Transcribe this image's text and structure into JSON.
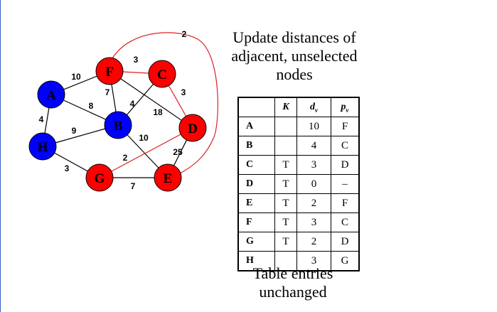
{
  "graph": {
    "colors": {
      "selected": "#ff0000",
      "unselected": "#0000ff",
      "edge": "#000000",
      "tree_edge": "#dd2222"
    },
    "nodes": [
      {
        "id": "A",
        "label": "A",
        "state": "unselected"
      },
      {
        "id": "B",
        "label": "B",
        "state": "unselected"
      },
      {
        "id": "C",
        "label": "C",
        "state": "selected"
      },
      {
        "id": "D",
        "label": "D",
        "state": "selected"
      },
      {
        "id": "E",
        "label": "E",
        "state": "selected"
      },
      {
        "id": "F",
        "label": "F",
        "state": "selected"
      },
      {
        "id": "G",
        "label": "G",
        "state": "selected"
      },
      {
        "id": "H",
        "label": "H",
        "state": "unselected"
      }
    ],
    "edges": [
      {
        "from": "A",
        "to": "F",
        "weight": "10",
        "tree": false
      },
      {
        "from": "A",
        "to": "H",
        "weight": "4",
        "tree": false
      },
      {
        "from": "A",
        "to": "B",
        "weight": "8",
        "tree": false
      },
      {
        "from": "H",
        "to": "B",
        "weight": "9",
        "tree": false
      },
      {
        "from": "H",
        "to": "G",
        "weight": "3",
        "tree": false
      },
      {
        "from": "F",
        "to": "B",
        "weight": "7",
        "tree": false
      },
      {
        "from": "F",
        "to": "C",
        "weight": "3",
        "tree": true
      },
      {
        "from": "C",
        "to": "B",
        "weight": "4",
        "tree": false
      },
      {
        "from": "F",
        "to": "D",
        "weight": "18",
        "tree": false
      },
      {
        "from": "C",
        "to": "D",
        "weight": "3",
        "tree": true
      },
      {
        "from": "B",
        "to": "E",
        "weight": "10",
        "tree": false
      },
      {
        "from": "G",
        "to": "E",
        "weight": "7",
        "tree": false
      },
      {
        "from": "G",
        "to": "D",
        "weight": "2",
        "tree": true
      },
      {
        "from": "E",
        "to": "D",
        "weight": "25",
        "tree": false
      },
      {
        "from": "F",
        "to": "E",
        "weight": "2",
        "tree": true,
        "curved": true
      }
    ]
  },
  "heading": {
    "line1": "Update distances of",
    "line2": "adjacent, unselected",
    "line3": "nodes"
  },
  "table": {
    "headers": {
      "vertex": "",
      "known": "K",
      "dist": "d",
      "dist_sub": "v",
      "prev": "p",
      "prev_sub": "v"
    },
    "rows": [
      {
        "vertex": "A",
        "known": "",
        "dist": "10",
        "prev": "F"
      },
      {
        "vertex": "B",
        "known": "",
        "dist": "4",
        "prev": "C"
      },
      {
        "vertex": "C",
        "known": "T",
        "dist": "3",
        "prev": "D"
      },
      {
        "vertex": "D",
        "known": "T",
        "dist": "0",
        "prev": "–"
      },
      {
        "vertex": "E",
        "known": "T",
        "dist": "2",
        "prev": "F"
      },
      {
        "vertex": "F",
        "known": "T",
        "dist": "3",
        "prev": "C"
      },
      {
        "vertex": "G",
        "known": "T",
        "dist": "2",
        "prev": "D"
      },
      {
        "vertex": "H",
        "known": "",
        "dist": "3",
        "prev": "G"
      }
    ]
  },
  "footer": {
    "line1": "Table entries",
    "line2": "unchanged"
  }
}
